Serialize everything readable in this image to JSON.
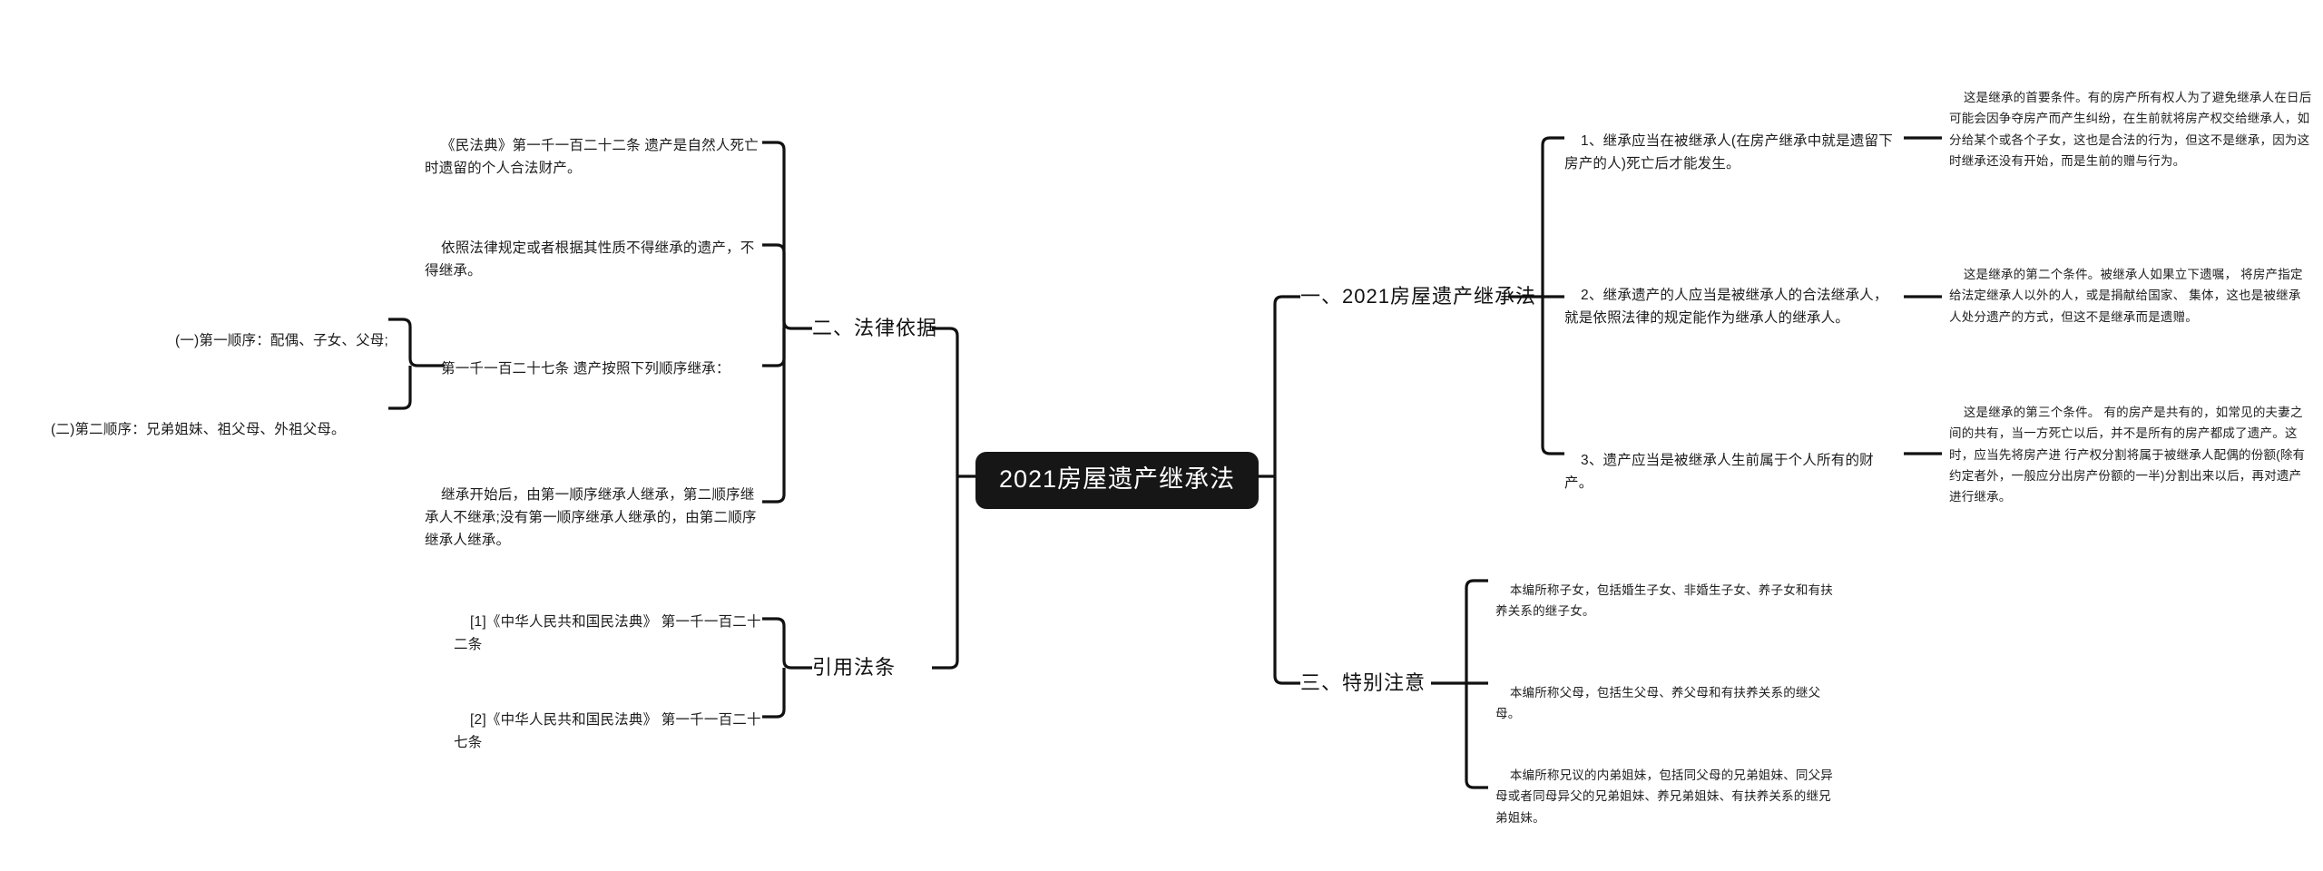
{
  "diagram": {
    "type": "mind-map",
    "background_color": "#ffffff",
    "root_fill": "#161616",
    "root_text_color": "#ffffff",
    "line_color": "#111111",
    "root": {
      "label": "2021房屋遗产继承法"
    },
    "right_branches": [
      {
        "label": "一、2021房屋遗产继承法",
        "children": [
          {
            "text": "1、继承应当在被继承人(在房产继承中就是遗留下房产的人)死亡后才能发生。",
            "children": [
              {
                "text": "这是继承的首要条件。有的房产所有权人为了避免继承人在日后可能会因争夺房产而产生纠纷，在生前就将房产权交给继承人，如分给某个或各个子女，这也是合法的行为，但这不是继承，因为这时继承还没有开始，而是生前的赠与行为。"
              }
            ]
          },
          {
            "text": "2、继承遗产的人应当是被继承人的合法继承人，就是依照法律的规定能作为继承人的继承人。",
            "children": [
              {
                "text": "这是继承的第二个条件。被继承人如果立下遗嘱， 将房产指定给法定继承人以外的人，或是捐献给国家、 集体，这也是被继承人处分遗产的方式，但这不是继承而是遗赠。"
              }
            ]
          },
          {
            "text": "3、遗产应当是被继承人生前属于个人所有的财产。",
            "children": [
              {
                "text": "这是继承的第三个条件。 有的房产是共有的，如常见的夫妻之间的共有，当一方死亡以后，并不是所有的房产都成了遗产。这时，应当先将房产进 行产权分割将属于被继承人配偶的份额(除有约定者外，一般应分出房产份额的一半)分割出来以后，再对遗产进行继承。"
              }
            ]
          }
        ]
      },
      {
        "label": "三、特别注意",
        "children": [
          {
            "text": "本编所称子女，包括婚生子女、非婚生子女、养子女和有扶养关系的继子女。",
            "children": []
          },
          {
            "text": "本编所称父母，包括生父母、养父母和有扶养关系的继父母。",
            "children": []
          },
          {
            "text": "本编所称兄议的内弟姐妹，包括同父母的兄弟姐妹、同父异母或者同母异父的兄弟姐妹、养兄弟姐妹、有扶养关系的继兄弟姐妹。",
            "children": []
          }
        ]
      }
    ],
    "left_branches": [
      {
        "label": "二、法律依据",
        "children": [
          {
            "text": "《民法典》第一千一百二十二条 遗产是自然人死亡时遗留的个人合法财产。",
            "children": []
          },
          {
            "text": "依照法律规定或者根据其性质不得继承的遗产，不得继承。",
            "children": []
          },
          {
            "text": "第一千一百二十七条 遗产按照下列顺序继承：",
            "children": [
              {
                "text": "(一)第一顺序：配偶、子女、父母;"
              },
              {
                "text": "(二)第二顺序：兄弟姐妹、祖父母、外祖父母。"
              }
            ]
          },
          {
            "text": "继承开始后，由第一顺序继承人继承，第二顺序继承人不继承;没有第一顺序继承人继承的，由第二顺序继承人继承。",
            "children": []
          }
        ]
      },
      {
        "label": "引用法条",
        "children": [
          {
            "text": "[1]《中华人民共和国民法典》 第一千一百二十二条",
            "children": []
          },
          {
            "text": "[2]《中华人民共和国民法典》 第一千一百二十七条",
            "children": []
          }
        ]
      }
    ]
  }
}
